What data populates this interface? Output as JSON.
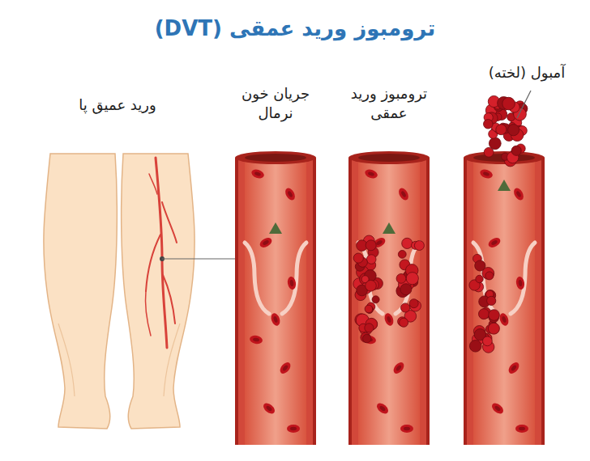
{
  "diagram": {
    "title": "ترومبوز ورید عمقی (DVT)",
    "labels": [
      "ورید عمیق پا",
      "جریان خون نرمال",
      "ترومبوز ورید عمقی",
      "آمبول (لخته)"
    ]
  }
}
